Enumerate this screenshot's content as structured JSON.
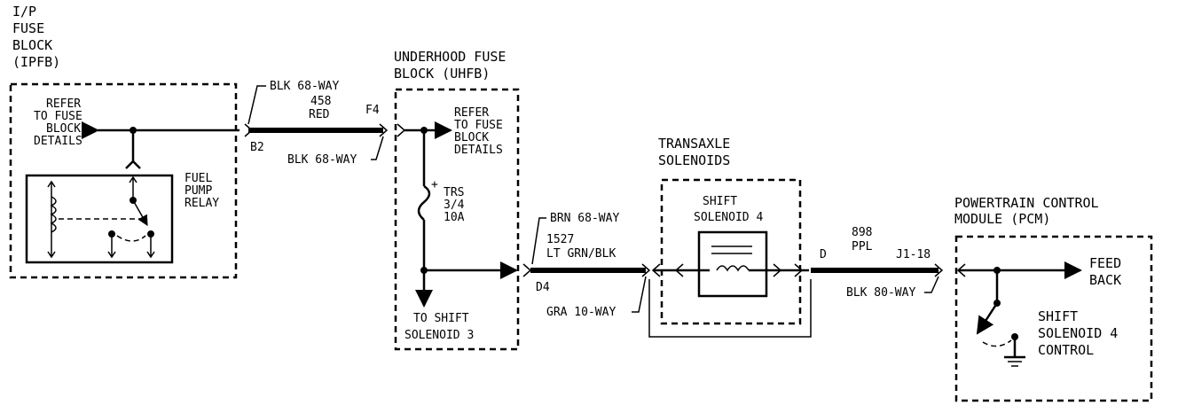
{
  "ipfb": {
    "title": [
      "I/P",
      "FUSE",
      "BLOCK",
      "(IPFB)"
    ],
    "refer": [
      "REFER",
      "TO FUSE",
      "BLOCK",
      "DETAILS"
    ],
    "relay": [
      "FUEL",
      "PUMP",
      "RELAY"
    ]
  },
  "wire1": {
    "top_connector": "BLK 68-WAY",
    "circuit": "458",
    "color": "RED",
    "left_pin": "B2",
    "right_pin": "F4",
    "bottom_connector": "BLK 68-WAY"
  },
  "uhfb": {
    "title": [
      "UNDERHOOD FUSE",
      "BLOCK (UHFB)"
    ],
    "refer": [
      "REFER",
      "TO FUSE",
      "BLOCK",
      "DETAILS"
    ],
    "fuse": [
      "TRS",
      "3/4",
      "10A"
    ],
    "fuse_polarity": "+",
    "to_shift": [
      "TO SHIFT",
      "SOLENOID 3"
    ]
  },
  "wire2": {
    "top_connector": "BRN 68-WAY",
    "circuit": "1527",
    "color": "LT GRN/BLK",
    "pin": "D4",
    "bottom_connector": "GRA 10-WAY"
  },
  "transaxle": {
    "title": [
      "TRANSAXLE",
      "SOLENOIDS"
    ],
    "solenoid": [
      "SHIFT",
      "SOLENOID 4"
    ]
  },
  "wire3": {
    "circuit": "898",
    "color": "PPL",
    "left_pin": "D",
    "right_pin": "J1-18",
    "bottom_connector": "BLK 80-WAY"
  },
  "pcm": {
    "title": [
      "POWERTRAIN CONTROL",
      "MODULE (PCM)"
    ],
    "feedback": [
      "FEED",
      "BACK"
    ],
    "control": [
      "SHIFT",
      "SOLENOID 4",
      "CONTROL"
    ]
  }
}
